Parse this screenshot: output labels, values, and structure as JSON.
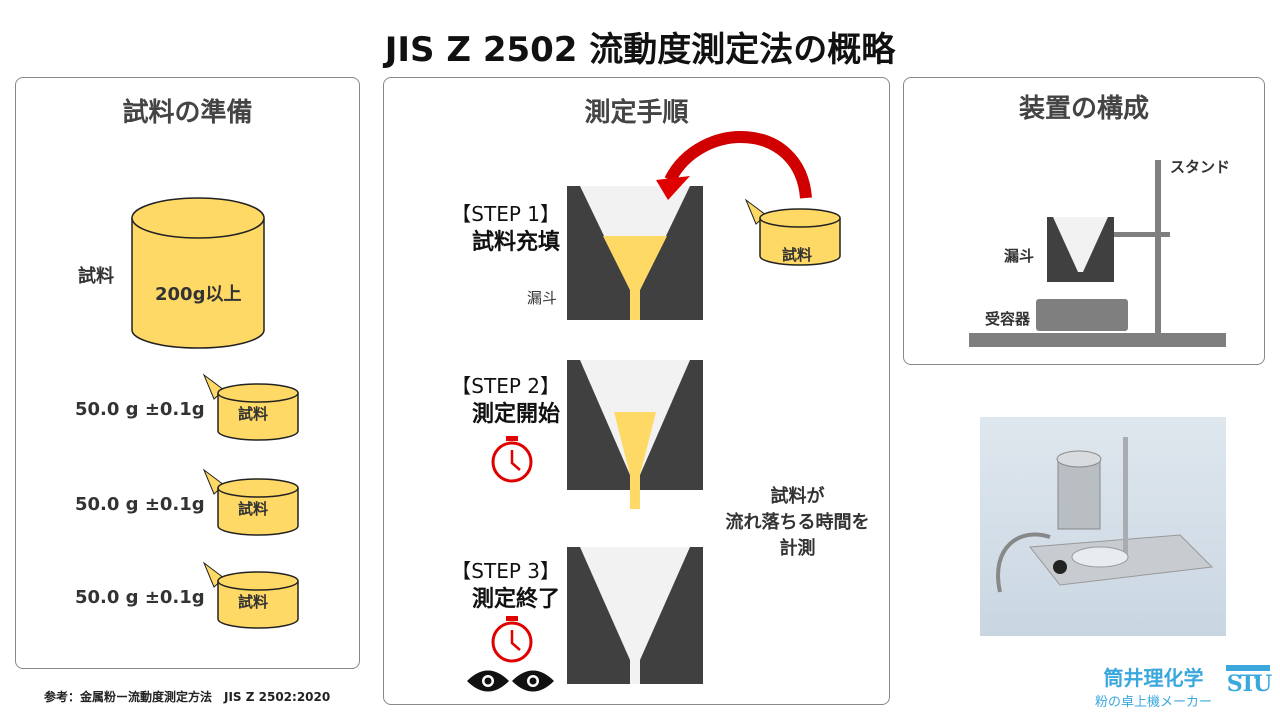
{
  "title": "JIS Z 2502 流動度測定法の概略",
  "prep": {
    "title": "試料の準備",
    "sample_label": "試料",
    "amount": "200g以上",
    "can_label": "試料",
    "weights": [
      "50.0 g ±0.1g",
      "50.0 g ±0.1g",
      "50.0 g ±0.1g"
    ]
  },
  "proc": {
    "title": "測定手順",
    "funnel_label": "漏斗",
    "can_label": "試料",
    "steps": [
      {
        "tag": "【STEP 1】",
        "name": "試料充填"
      },
      {
        "tag": "【STEP 2】",
        "name": "測定開始"
      },
      {
        "tag": "【STEP 3】",
        "name": "測定終了"
      }
    ],
    "note": [
      "試料が",
      "流れ落ちる時間を",
      "計測"
    ]
  },
  "device": {
    "title": "装置の構成",
    "stand": "スタンド",
    "funnel": "漏斗",
    "receiver": "受容器"
  },
  "reference": "参考：金属粉ー流動度測定方法　JIS Z 2502:2020",
  "logo": {
    "name": "筒井理化学",
    "tagline": "粉の卓上機メーカー",
    "mark": "STU"
  },
  "colors": {
    "yellow": "#FFD966",
    "dark": "#404040",
    "red": "#E00000"
  }
}
